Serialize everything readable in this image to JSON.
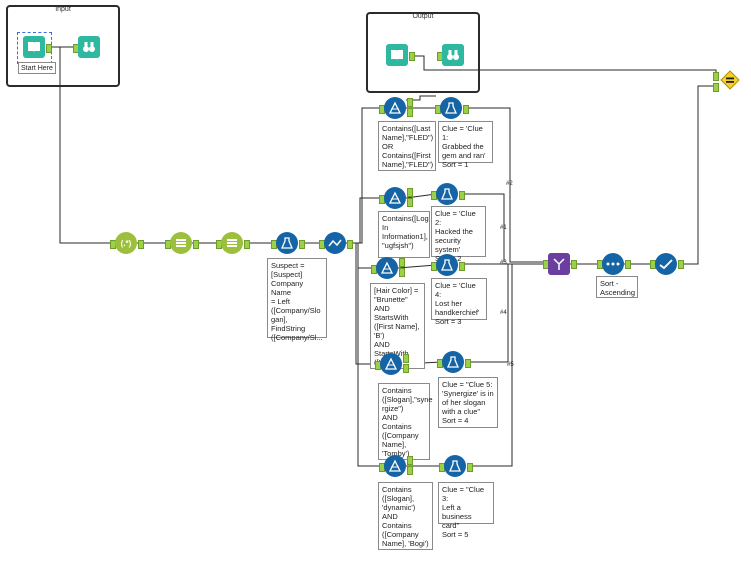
{
  "containers": {
    "input_title": "Input",
    "output_title": "Output"
  },
  "start_label": "Start Here",
  "annotations": {
    "suspect": "Suspect =\n[Suspect]\nCompany Name\n= Left\n([Company/Slo\ngan], FindString\n([Company/Sl...",
    "filter1": "Contains([Last\nName],\"FLED\")\nOR\nContains([First\nName],\"FLED\")",
    "clue1": "Clue = 'Clue 1:\nGrabbed the\ngem and ran'\nSort = 1",
    "filter2": "Contains([Log\nIn\nInformation1],\n\"ugfsjsh\")",
    "clue2": "Clue = 'Clue 2:\nHacked the\nsecurity\nsystem'\nSort = 2",
    "filter3": "[Hair Color] =\n\"Brunette\"\nAND\nStartsWith\n([First Name],\n'B')\nAND\nStartsWith\n([La...",
    "clue4": "Clue = 'Clue 4:\nLost her\nhandkerchief'\nSort = 3",
    "filter4": "Contains\n([Slogan],\"syne\nrgize\")\nAND\nContains\n([Company\nName],\n'Tomby')",
    "clue5": "Clue = \"Clue 5:\n'Synergize' is in\nof her slogan\nwith a clue\"\nSort = 4",
    "filter5": "Contains\n([Slogan],\n'dynamic')\nAND\nContains\n([Company\nName], 'Bogi')",
    "clue3": "Clue = \"Clue 3:\nLeft a business\ncard\"\nSort = 5",
    "sort": "Sort -\nAscending"
  },
  "union_labels": [
    "#2",
    "#1",
    "#3",
    "#4",
    "#5"
  ],
  "icons": {
    "input": "book-input-icon",
    "browse": "binoculars-icon",
    "regex": "regex-parse-icon",
    "select": "select-columns-icon",
    "formula": "formula-flask-icon",
    "join": "join-icon",
    "filter": "filter-triangle-icon",
    "union": "union-icon",
    "sort": "sort-icon",
    "check": "check-icon",
    "test": "test-equals-icon"
  },
  "colors": {
    "tool_blue": "#1565a6",
    "tool_green": "#2eb8a0",
    "tool_purple": "#6a3fa0",
    "anchor": "#9bd149",
    "wire": "#2a2a2a"
  }
}
